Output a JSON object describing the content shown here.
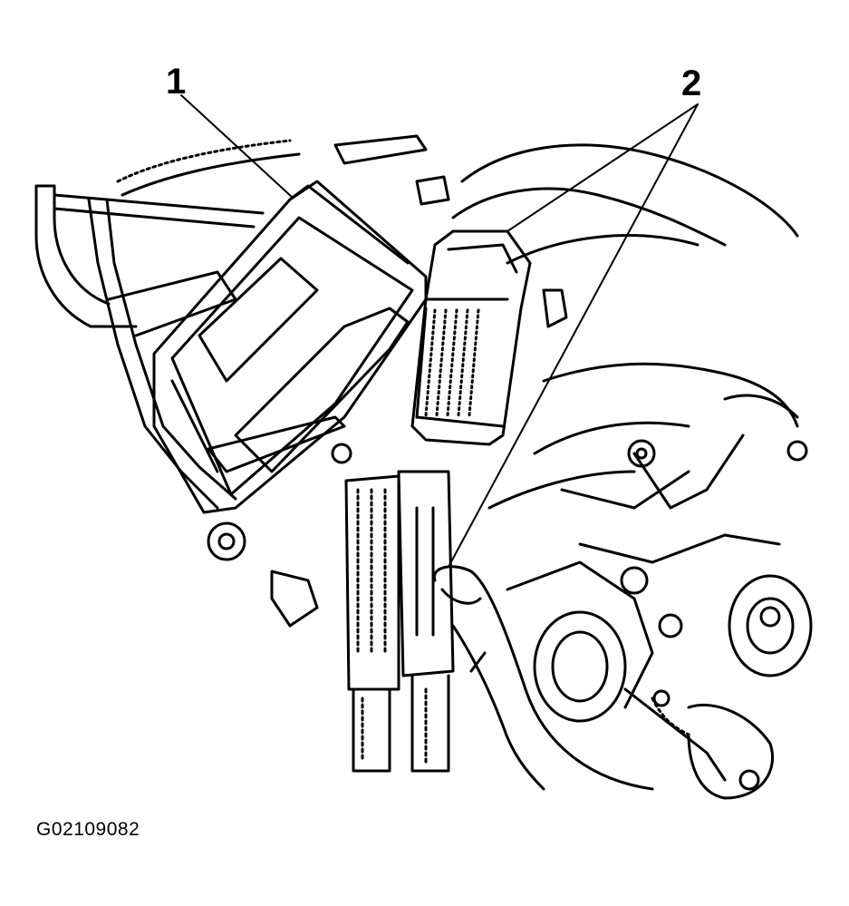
{
  "callouts": {
    "one": "1",
    "two": "2"
  },
  "figure_id": "G02109082",
  "colors": {
    "ink": "#000000",
    "paper": "#ffffff"
  }
}
